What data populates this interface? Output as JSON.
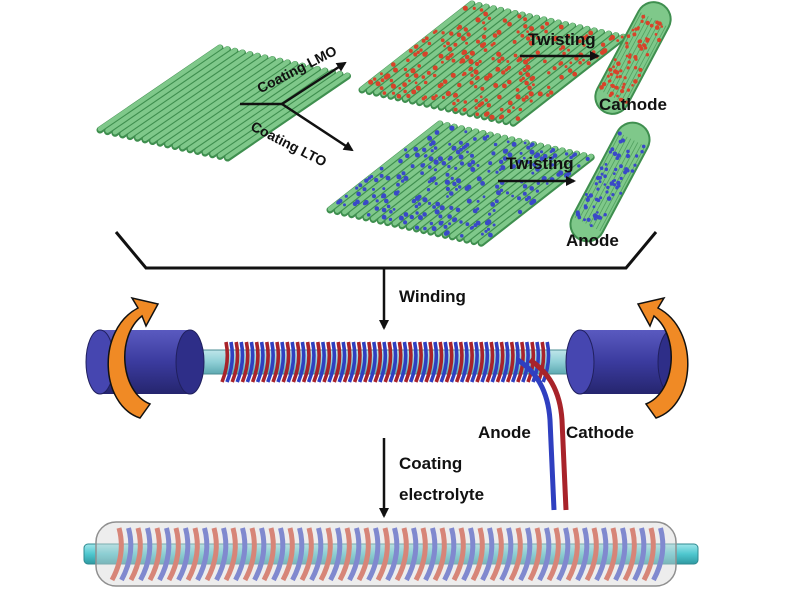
{
  "labels": {
    "coating_lmo": "Coating LMO",
    "coating_lto": "Coating LTO",
    "twisting_top": "Twisting",
    "twisting_bottom": "Twisting",
    "cathode_top": "Cathode",
    "anode_top": "Anode",
    "winding": "Winding",
    "anode_wire": "Anode",
    "cathode_wire": "Cathode",
    "coating_line1": "Coating",
    "coating_line2": "electrolyte"
  },
  "colors": {
    "fiber_green": "#7fc88a",
    "fiber_edge": "#3f8f4f",
    "cathode_red": "#d8432a",
    "anode_blue": "#3a49c8",
    "motor_purple": "#3b3b9e",
    "rotate_orange": "#f08a25",
    "rod_cyan": "#8fcfd6",
    "final_rod": "#4fc7cf",
    "wire_red": "#a8232a",
    "wire_blue": "#2f3fc0"
  }
}
